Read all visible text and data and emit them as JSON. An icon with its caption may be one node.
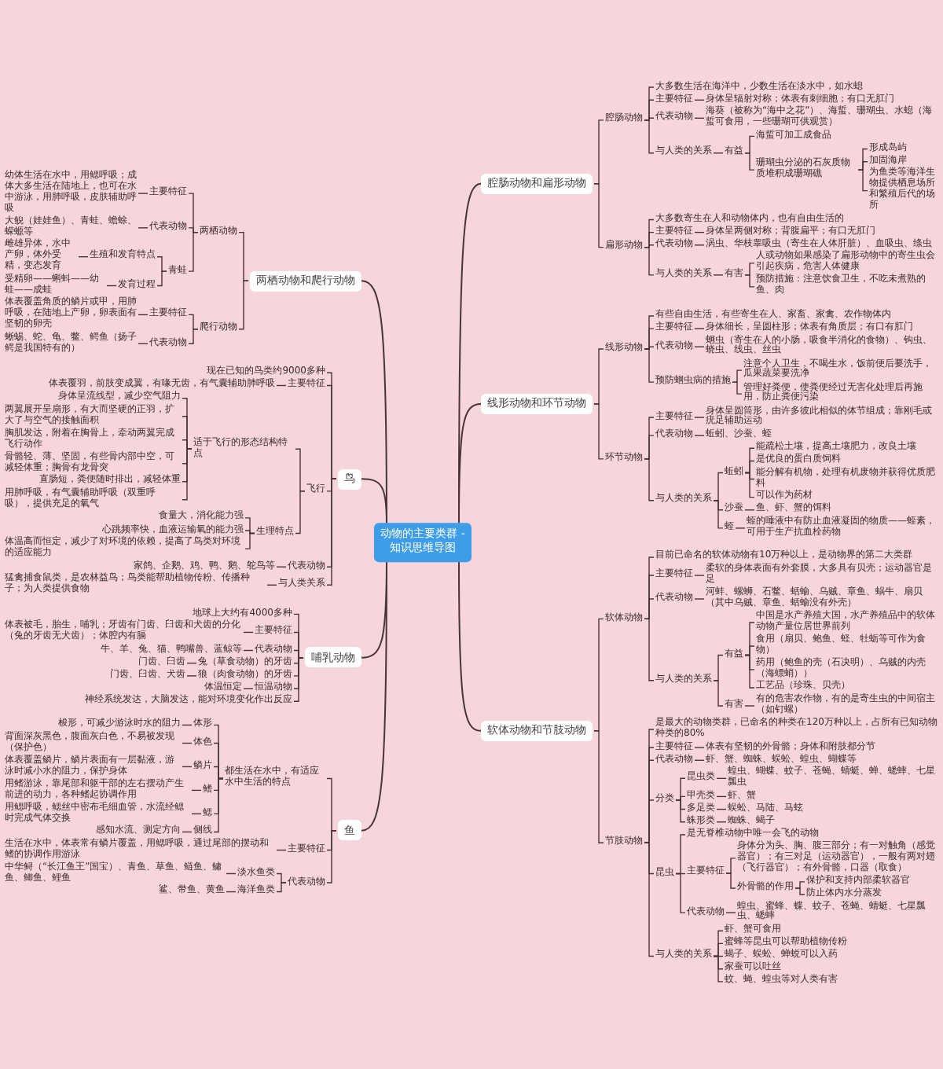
{
  "diagram": {
    "nodes": [
      {
        "text": [
          "动物的主要类群 -知识思维导图"
        ]
      },
      {
        "text": [
          "腔肠动物和扁形动物"
        ]
      },
      {
        "text": [
          "腔肠动物"
        ]
      },
      {
        "text": [
          "大多数生活在海洋中，少数生活在淡水中，如水螅"
        ]
      },
      {
        "text": [
          "主要特征"
        ]
      },
      {
        "text": [
          "身体呈辐射对称；体表有刺细胞；有口无肛门"
        ]
      },
      {
        "text": [
          "代表动物"
        ]
      },
      {
        "text": [
          "海葵（被称为“海中之花”）、海蜇、珊瑚虫、水螅（海蜇可食用，一些珊瑚可供观赏）"
        ]
      },
      {
        "text": [
          "与人类的关系"
        ]
      },
      {
        "text": [
          "有益"
        ]
      },
      {
        "text": [
          "海蜇可加工成食品"
        ]
      },
      {
        "text": [
          "珊瑚虫分泌的石灰质物质堆积成珊瑚礁"
        ]
      },
      {
        "text": [
          "形成岛屿"
        ]
      },
      {
        "text": [
          "加固海岸"
        ]
      },
      {
        "text": [
          "为鱼类等海洋生物提供栖息场所和繁殖后代的场所"
        ]
      },
      {
        "text": [
          "扁形动物"
        ]
      },
      {
        "text": [
          "大多数寄生在人和动物体内，也有自由生活的"
        ]
      },
      {
        "text": [
          "主要特征"
        ]
      },
      {
        "text": [
          "身体呈两侧对称；背腹扁平；有口无肛门"
        ]
      },
      {
        "text": [
          "代表动物"
        ]
      },
      {
        "text": [
          "涡虫、华枝睾吸虫（寄生在人体肝脏）、血吸虫、绦虫"
        ]
      },
      {
        "text": [
          "与人类的关系"
        ]
      },
      {
        "text": [
          "有害"
        ]
      },
      {
        "text": [
          "人或动物如果感染了扁形动物中的寄生虫会引起疾病，危害人体健康"
        ]
      },
      {
        "text": [
          "预防措施：注意饮食卫生，不吃未煮熟的鱼、肉"
        ]
      },
      {
        "text": [
          "线形动物和环节动物"
        ]
      },
      {
        "text": [
          "线形动物"
        ]
      },
      {
        "text": [
          "有些自由生活，有些寄生在人、家畜、家禽、农作物体内"
        ]
      },
      {
        "text": [
          "主要特征"
        ]
      },
      {
        "text": [
          "身体细长，呈圆柱形；体表有角质层；有口有肛门"
        ]
      },
      {
        "text": [
          "代表动物"
        ]
      },
      {
        "text": [
          "蛔虫（寄生在人的小肠，吸食半消化的食物）、钩虫、蛲虫、线虫、丝虫"
        ]
      },
      {
        "text": [
          "预防蛔虫病的措施"
        ]
      },
      {
        "text": [
          "注意个人卫生，不喝生水，饭前便后要洗手，瓜果蔬菜要洗净"
        ]
      },
      {
        "text": [
          "管理好粪便，使粪便经过无害化处理后再施用，防止粪便污染"
        ]
      },
      {
        "text": [
          "环节动物"
        ]
      },
      {
        "text": [
          "主要特征"
        ]
      },
      {
        "text": [
          "身体呈圆筒形，由许多彼此相似的体节组成；靠刚毛或疣足辅助运动"
        ]
      },
      {
        "text": [
          "代表动物"
        ]
      },
      {
        "text": [
          "蚯蚓、沙蚕、蛭"
        ]
      },
      {
        "text": [
          "与人类的关系"
        ]
      },
      {
        "text": [
          "蚯蚓"
        ]
      },
      {
        "text": [
          "能疏松土壤，提高土壤肥力，改良土壤"
        ]
      },
      {
        "text": [
          "是优良的蛋白质饲料"
        ]
      },
      {
        "text": [
          "能分解有机物，处理有机废物并获得优质肥料"
        ]
      },
      {
        "text": [
          "可以作为药材"
        ]
      },
      {
        "text": [
          "沙蚕"
        ]
      },
      {
        "text": [
          "鱼、虾、蟹的饵料"
        ]
      },
      {
        "text": [
          "蛭"
        ]
      },
      {
        "text": [
          "蛭的唾液中有防止血液凝固的物质——蛭素，可用于生产抗血栓药物"
        ]
      },
      {
        "text": [
          "软体动物和节肢动物"
        ]
      },
      {
        "text": [
          "软体动物"
        ]
      },
      {
        "text": [
          "目前已命名的软体动物有10万种以上，是动物界的第二大类群"
        ]
      },
      {
        "text": [
          "主要特征"
        ]
      },
      {
        "text": [
          "柔软的身体表面有外套膜，大多具有贝壳；运动器官是足"
        ]
      },
      {
        "text": [
          "代表动物"
        ]
      },
      {
        "text": [
          "河蚌、螺蛳、石鳖、蛞蝓、乌贼、章鱼、蜗牛、扇贝（其中乌贼、章鱼、蛞蝓没有外壳）"
        ]
      },
      {
        "text": [
          "与人类的关系"
        ]
      },
      {
        "text": [
          "有益"
        ]
      },
      {
        "text": [
          "中国是水产养殖大国，水产养殖品中的软体动物产量位居世界前列"
        ]
      },
      {
        "text": [
          "食用（扇贝、鲍鱼、蛏、牡蛎等可作为食物）"
        ]
      },
      {
        "text": [
          "药用（鲍鱼的壳（石决明）、乌贼的内壳（海螵蛸））"
        ]
      },
      {
        "text": [
          "工艺品（珍珠、贝壳）"
        ]
      },
      {
        "text": [
          "有害"
        ]
      },
      {
        "text": [
          "有的危害农作物，有的是寄生虫的中间宿主（如钉螺）"
        ]
      },
      {
        "text": [
          "节肢动物"
        ]
      },
      {
        "text": [
          "是最大的动物类群，已命名的种类在120万种以上，占所有已知动物种类的80%"
        ]
      },
      {
        "text": [
          "主要特征"
        ]
      },
      {
        "text": [
          "体表有坚韧的外骨骼；身体和附肢都分节"
        ]
      },
      {
        "text": [
          "代表动物"
        ]
      },
      {
        "text": [
          "虾、蟹、蜘蛛、蜈蚣、蝗虫、蝴蝶等"
        ]
      },
      {
        "text": [
          "分类"
        ]
      },
      {
        "text": [
          "昆虫类"
        ]
      },
      {
        "text": [
          "蝗虫、蝴蝶、蚊子、苍蝇、蜻蜓、蝉、蟋蟀、七星瓢虫"
        ]
      },
      {
        "text": [
          "甲壳类"
        ]
      },
      {
        "text": [
          "虾、蟹"
        ]
      },
      {
        "text": [
          "多足类"
        ]
      },
      {
        "text": [
          "蜈蚣、马陆、马蚿"
        ]
      },
      {
        "text": [
          "蛛形类"
        ]
      },
      {
        "text": [
          "蜘蛛、蝎子"
        ]
      },
      {
        "text": [
          "昆虫"
        ]
      },
      {
        "text": [
          "是无脊椎动物中唯一会飞的动物"
        ]
      },
      {
        "text": [
          "主要特征"
        ]
      },
      {
        "text": [
          "身体分为头、胸、腹三部分；有一对触角（感觉器官）；有三对足（运动器官），一般有两对翅（飞行器官）；有外骨骼，口器（取食）"
        ]
      },
      {
        "text": [
          "外骨骼的作用"
        ]
      },
      {
        "text": [
          "保护和支持内部柔软器官"
        ]
      },
      {
        "text": [
          "防止体内水分蒸发"
        ]
      },
      {
        "text": [
          "代表动物"
        ]
      },
      {
        "text": [
          "蝗虫、蜜蜂、蝶、蚊子、苍蝇、蜻蜓、七星瓢虫、蟋蟀"
        ]
      },
      {
        "text": [
          "与人类的关系"
        ]
      },
      {
        "text": [
          "虾、蟹可食用"
        ]
      },
      {
        "text": [
          "蜜蜂等昆虫可以帮助植物传粉"
        ]
      },
      {
        "text": [
          "蝎子、蜈蚣、蝉蜕可以入药"
        ]
      },
      {
        "text": [
          "家蚕可以吐丝"
        ]
      },
      {
        "text": [
          "蚊、蝇、蝗虫等对人类有害"
        ]
      },
      {
        "text": [
          "鱼"
        ]
      },
      {
        "text": [
          "都生活在水中，有适应水中生活的特点"
        ]
      },
      {
        "text": [
          "体形"
        ]
      },
      {
        "text": [
          "梭形，可减少游泳时水的阻力"
        ]
      },
      {
        "text": [
          "体色"
        ]
      },
      {
        "text": [
          "背面深灰黑色，腹面灰白色，不易被发现（保护色）"
        ]
      },
      {
        "text": [
          "鳞片"
        ]
      },
      {
        "text": [
          "体表覆盖鳞片，鳞片表面有一层黏液，游泳时减小水的阻力，保护身体"
        ]
      },
      {
        "text": [
          "鳍"
        ]
      },
      {
        "text": [
          "用鳍游泳，靠尾部和躯干部的左右摆动产生前进的动力，各种鳍起协调作用"
        ]
      },
      {
        "text": [
          "鳃"
        ]
      },
      {
        "text": [
          "用鳃呼吸，鳃丝中密布毛细血管，水流经鳃时完成气体交换"
        ]
      },
      {
        "text": [
          "侧线"
        ]
      },
      {
        "text": [
          "感知水流、测定方向"
        ]
      },
      {
        "text": [
          "主要特征"
        ]
      },
      {
        "text": [
          "生活在水中，体表常有鳞片覆盖，用鳃呼吸，通过尾部的摆动和鳍的协调作用游泳"
        ]
      },
      {
        "text": [
          "代表动物"
        ]
      },
      {
        "text": [
          "淡水鱼类"
        ]
      },
      {
        "text": [
          "中华鲟（“长江鱼王”国宝）、青鱼、草鱼、鲢鱼、鳙鱼、鲫鱼、鲤鱼"
        ]
      },
      {
        "text": [
          "海洋鱼类"
        ]
      },
      {
        "text": [
          "鲨、带鱼、黄鱼"
        ]
      },
      {
        "text": [
          "两栖动物和爬行动物"
        ]
      },
      {
        "text": [
          "两栖动物"
        ]
      },
      {
        "text": [
          "主要特征"
        ]
      },
      {
        "text": [
          "幼体生活在水中，用鳃呼吸；成体大多生活在陆地上，也可在水中游泳，用肺呼吸，皮肤辅助呼吸"
        ]
      },
      {
        "text": [
          "代表动物"
        ]
      },
      {
        "text": [
          "大鲵（娃娃鱼）、青蛙、蟾蜍、蝾螈等"
        ]
      },
      {
        "text": [
          "青蛙"
        ]
      },
      {
        "text": [
          "生殖和发育特点"
        ]
      },
      {
        "text": [
          "雌雄异体，水中产卵，体外受精，变态发育"
        ]
      },
      {
        "text": [
          "发育过程"
        ]
      },
      {
        "text": [
          "受精卵——蝌蚪——幼蛙——成蛙"
        ]
      },
      {
        "text": [
          "爬行动物"
        ]
      },
      {
        "text": [
          "主要特征"
        ]
      },
      {
        "text": [
          "体表覆盖角质的鳞片或甲，用肺呼吸，在陆地上产卵，卵表面有坚韧的卵壳"
        ]
      },
      {
        "text": [
          "代表动物"
        ]
      },
      {
        "text": [
          "蜥蜴、蛇、龟、鳖、鳄鱼（扬子鳄是我国特有的）"
        ]
      },
      {
        "text": [
          "鸟"
        ]
      },
      {
        "text": [
          "现在已知的鸟类约9000多种"
        ]
      },
      {
        "text": [
          "主要特征"
        ]
      },
      {
        "text": [
          "体表覆羽，前肢变成翼，有喙无齿，有气囊辅助肺呼吸"
        ]
      },
      {
        "text": [
          "飞行"
        ]
      },
      {
        "text": [
          "适于飞行的形态结构特点"
        ]
      },
      {
        "text": [
          "身体呈流线型，减少空气阻力"
        ]
      },
      {
        "text": [
          "两翼展开呈扇形，有大而坚硬的正羽，扩大了与空气的接触面积"
        ]
      },
      {
        "text": [
          "胸肌发达，附着在胸骨上，牵动两翼完成飞行动作"
        ]
      },
      {
        "text": [
          "骨骼轻、薄、坚固，有些骨内部中空，可减轻体重；胸骨有龙骨突"
        ]
      },
      {
        "text": [
          "直肠短，粪便随时排出，减轻体重"
        ]
      },
      {
        "text": [
          "用肺呼吸，有气囊辅助呼吸（双重呼吸），提供充足的氧气"
        ]
      },
      {
        "text": [
          "生理特点"
        ]
      },
      {
        "text": [
          "食量大，消化能力强"
        ]
      },
      {
        "text": [
          "心跳频率快，血液运输氧的能力强"
        ]
      },
      {
        "text": [
          "体温高而恒定，减少了对环境的依赖，提高了鸟类对环境的适应能力"
        ]
      },
      {
        "text": [
          "代表动物"
        ]
      },
      {
        "text": [
          "家鸽、企鹅、鸡、鸭、鹅、鸵鸟等"
        ]
      },
      {
        "text": [
          "与人类关系"
        ]
      },
      {
        "text": [
          "猛禽捕食鼠类，是农林益鸟；鸟类能帮助植物传粉、传播种子；为人类提供食物"
        ]
      },
      {
        "text": [
          "哺乳动物"
        ]
      },
      {
        "text": [
          "地球上大约有4000多种"
        ]
      },
      {
        "text": [
          "主要特征"
        ]
      },
      {
        "text": [
          "体表被毛，胎生，哺乳；牙齿有门齿、臼齿和犬齿的分化（兔的牙齿无犬齿）；体腔内有膈"
        ]
      },
      {
        "text": [
          "代表动物"
        ]
      },
      {
        "text": [
          "牛、羊、兔、猫、鸭嘴兽、蓝鲸等"
        ]
      },
      {
        "text": [
          "兔（草食动物）的牙齿"
        ]
      },
      {
        "text": [
          "门齿、臼齿"
        ]
      },
      {
        "text": [
          "狼（肉食动物）的牙齿"
        ]
      },
      {
        "text": [
          "门齿、臼齿、犬齿"
        ]
      },
      {
        "text": [
          "恒温动物"
        ]
      },
      {
        "text": [
          "体温恒定"
        ]
      },
      {
        "text": [
          "神经系统发达，大脑发达，能对环境变化作出反应"
        ]
      }
    ],
    "edges": [
      {
        "from": 0,
        "to": 1,
        "arrow": "none"
      },
      {
        "from": 0,
        "to": 25,
        "arrow": "none"
      },
      {
        "from": 0,
        "to": 50,
        "arrow": "none"
      },
      {
        "from": 0,
        "to": 95,
        "arrow": "none"
      },
      {
        "from": 0,
        "to": 116,
        "arrow": "none"
      },
      {
        "from": 0,
        "to": 132,
        "arrow": "none"
      },
      {
        "from": 0,
        "to": 152,
        "arrow": "none"
      },
      {
        "from": 1,
        "to": 2,
        "arrow": "none"
      },
      {
        "from": 2,
        "to": 3,
        "arrow": "none"
      },
      {
        "from": 2,
        "to": 4,
        "arrow": "none"
      },
      {
        "from": 4,
        "to": 5,
        "arrow": "none"
      },
      {
        "from": 2,
        "to": 6,
        "arrow": "none"
      },
      {
        "from": 6,
        "to": 7,
        "arrow": "none"
      },
      {
        "from": 2,
        "to": 8,
        "arrow": "none"
      },
      {
        "from": 8,
        "to": 9,
        "arrow": "none"
      },
      {
        "from": 9,
        "to": 10,
        "arrow": "none"
      },
      {
        "from": 9,
        "to": 11,
        "arrow": "none"
      },
      {
        "from": 11,
        "to": 12,
        "arrow": "none"
      },
      {
        "from": 11,
        "to": 13,
        "arrow": "none"
      },
      {
        "from": 11,
        "to": 14,
        "arrow": "none"
      },
      {
        "from": 1,
        "to": 15,
        "arrow": "none"
      },
      {
        "from": 15,
        "to": 16,
        "arrow": "none"
      },
      {
        "from": 15,
        "to": 17,
        "arrow": "none"
      },
      {
        "from": 17,
        "to": 18,
        "arrow": "none"
      },
      {
        "from": 15,
        "to": 19,
        "arrow": "none"
      },
      {
        "from": 19,
        "to": 20,
        "arrow": "none"
      },
      {
        "from": 15,
        "to": 21,
        "arrow": "none"
      },
      {
        "from": 21,
        "to": 22,
        "arrow": "none"
      },
      {
        "from": 22,
        "to": 23,
        "arrow": "none"
      },
      {
        "from": 22,
        "to": 24,
        "arrow": "none"
      },
      {
        "from": 25,
        "to": 26,
        "arrow": "none"
      },
      {
        "from": 26,
        "to": 27,
        "arrow": "none"
      },
      {
        "from": 26,
        "to": 28,
        "arrow": "none"
      },
      {
        "from": 28,
        "to": 29,
        "arrow": "none"
      },
      {
        "from": 26,
        "to": 30,
        "arrow": "none"
      },
      {
        "from": 30,
        "to": 31,
        "arrow": "none"
      },
      {
        "from": 26,
        "to": 32,
        "arrow": "none"
      },
      {
        "from": 32,
        "to": 33,
        "arrow": "none"
      },
      {
        "from": 32,
        "to": 34,
        "arrow": "none"
      },
      {
        "from": 25,
        "to": 35,
        "arrow": "none"
      },
      {
        "from": 35,
        "to": 36,
        "arrow": "none"
      },
      {
        "from": 36,
        "to": 37,
        "arrow": "none"
      },
      {
        "from": 35,
        "to": 38,
        "arrow": "none"
      },
      {
        "from": 38,
        "to": 39,
        "arrow": "none"
      },
      {
        "from": 35,
        "to": 40,
        "arrow": "none"
      },
      {
        "from": 40,
        "to": 41,
        "arrow": "none"
      },
      {
        "from": 41,
        "to": 42,
        "arrow": "none"
      },
      {
        "from": 41,
        "to": 43,
        "arrow": "none"
      },
      {
        "from": 41,
        "to": 44,
        "arrow": "none"
      },
      {
        "from": 41,
        "to": 45,
        "arrow": "none"
      },
      {
        "from": 40,
        "to": 46,
        "arrow": "none"
      },
      {
        "from": 46,
        "to": 47,
        "arrow": "none"
      },
      {
        "from": 40,
        "to": 48,
        "arrow": "none"
      },
      {
        "from": 48,
        "to": 49,
        "arrow": "none"
      },
      {
        "from": 50,
        "to": 51,
        "arrow": "none"
      },
      {
        "from": 51,
        "to": 52,
        "arrow": "none"
      },
      {
        "from": 51,
        "to": 53,
        "arrow": "none"
      },
      {
        "from": 53,
        "to": 54,
        "arrow": "none"
      },
      {
        "from": 51,
        "to": 55,
        "arrow": "none"
      },
      {
        "from": 55,
        "to": 56,
        "arrow": "none"
      },
      {
        "from": 51,
        "to": 57,
        "arrow": "none"
      },
      {
        "from": 57,
        "to": 58,
        "arrow": "none"
      },
      {
        "from": 58,
        "to": 59,
        "arrow": "none"
      },
      {
        "from": 58,
        "to": 60,
        "arrow": "none"
      },
      {
        "from": 58,
        "to": 61,
        "arrow": "none"
      },
      {
        "from": 58,
        "to": 62,
        "arrow": "none"
      },
      {
        "from": 57,
        "to": 63,
        "arrow": "none"
      },
      {
        "from": 63,
        "to": 64,
        "arrow": "none"
      },
      {
        "from": 50,
        "to": 65,
        "arrow": "none"
      },
      {
        "from": 65,
        "to": 66,
        "arrow": "none"
      },
      {
        "from": 65,
        "to": 67,
        "arrow": "none"
      },
      {
        "from": 67,
        "to": 68,
        "arrow": "none"
      },
      {
        "from": 65,
        "to": 69,
        "arrow": "none"
      },
      {
        "from": 69,
        "to": 70,
        "arrow": "none"
      },
      {
        "from": 65,
        "to": 71,
        "arrow": "none"
      },
      {
        "from": 71,
        "to": 72,
        "arrow": "none"
      },
      {
        "from": 72,
        "to": 73,
        "arrow": "none"
      },
      {
        "from": 71,
        "to": 74,
        "arrow": "none"
      },
      {
        "from": 74,
        "to": 75,
        "arrow": "none"
      },
      {
        "from": 71,
        "to": 76,
        "arrow": "none"
      },
      {
        "from": 76,
        "to": 77,
        "arrow": "none"
      },
      {
        "from": 71,
        "to": 78,
        "arrow": "none"
      },
      {
        "from": 78,
        "to": 79,
        "arrow": "none"
      },
      {
        "from": 65,
        "to": 80,
        "arrow": "none"
      },
      {
        "from": 80,
        "to": 81,
        "arrow": "none"
      },
      {
        "from": 80,
        "to": 82,
        "arrow": "none"
      },
      {
        "from": 82,
        "to": 83,
        "arrow": "none"
      },
      {
        "from": 82,
        "to": 84,
        "arrow": "none"
      },
      {
        "from": 84,
        "to": 85,
        "arrow": "none"
      },
      {
        "from": 84,
        "to": 86,
        "arrow": "none"
      },
      {
        "from": 80,
        "to": 87,
        "arrow": "none"
      },
      {
        "from": 87,
        "to": 88,
        "arrow": "none"
      },
      {
        "from": 65,
        "to": 89,
        "arrow": "none"
      },
      {
        "from": 89,
        "to": 90,
        "arrow": "none"
      },
      {
        "from": 89,
        "to": 91,
        "arrow": "none"
      },
      {
        "from": 89,
        "to": 92,
        "arrow": "none"
      },
      {
        "from": 89,
        "to": 93,
        "arrow": "none"
      },
      {
        "from": 89,
        "to": 94,
        "arrow": "none"
      },
      {
        "from": 95,
        "to": 96,
        "arrow": "none"
      },
      {
        "from": 96,
        "to": 97,
        "arrow": "none"
      },
      {
        "from": 97,
        "to": 98,
        "arrow": "none"
      },
      {
        "from": 96,
        "to": 99,
        "arrow": "none"
      },
      {
        "from": 99,
        "to": 100,
        "arrow": "none"
      },
      {
        "from": 96,
        "to": 101,
        "arrow": "none"
      },
      {
        "from": 101,
        "to": 102,
        "arrow": "none"
      },
      {
        "from": 96,
        "to": 103,
        "arrow": "none"
      },
      {
        "from": 103,
        "to": 104,
        "arrow": "none"
      },
      {
        "from": 96,
        "to": 105,
        "arrow": "none"
      },
      {
        "from": 105,
        "to": 106,
        "arrow": "none"
      },
      {
        "from": 96,
        "to": 107,
        "arrow": "none"
      },
      {
        "from": 107,
        "to": 108,
        "arrow": "none"
      },
      {
        "from": 95,
        "to": 109,
        "arrow": "none"
      },
      {
        "from": 109,
        "to": 110,
        "arrow": "none"
      },
      {
        "from": 95,
        "to": 111,
        "arrow": "none"
      },
      {
        "from": 111,
        "to": 112,
        "arrow": "none"
      },
      {
        "from": 112,
        "to": 113,
        "arrow": "none"
      },
      {
        "from": 111,
        "to": 114,
        "arrow": "none"
      },
      {
        "from": 114,
        "to": 115,
        "arrow": "none"
      },
      {
        "from": 116,
        "to": 117,
        "arrow": "none"
      },
      {
        "from": 117,
        "to": 118,
        "arrow": "none"
      },
      {
        "from": 118,
        "to": 119,
        "arrow": "none"
      },
      {
        "from": 117,
        "to": 120,
        "arrow": "none"
      },
      {
        "from": 120,
        "to": 121,
        "arrow": "none"
      },
      {
        "from": 117,
        "to": 122,
        "arrow": "none"
      },
      {
        "from": 122,
        "to": 123,
        "arrow": "none"
      },
      {
        "from": 123,
        "to": 124,
        "arrow": "none"
      },
      {
        "from": 122,
        "to": 125,
        "arrow": "none"
      },
      {
        "from": 125,
        "to": 126,
        "arrow": "none"
      },
      {
        "from": 116,
        "to": 127,
        "arrow": "none"
      },
      {
        "from": 127,
        "to": 128,
        "arrow": "none"
      },
      {
        "from": 128,
        "to": 129,
        "arrow": "none"
      },
      {
        "from": 127,
        "to": 130,
        "arrow": "none"
      },
      {
        "from": 130,
        "to": 131,
        "arrow": "none"
      },
      {
        "from": 132,
        "to": 133,
        "arrow": "none"
      },
      {
        "from": 132,
        "to": 134,
        "arrow": "none"
      },
      {
        "from": 134,
        "to": 135,
        "arrow": "none"
      },
      {
        "from": 132,
        "to": 136,
        "arrow": "none"
      },
      {
        "from": 136,
        "to": 137,
        "arrow": "none"
      },
      {
        "from": 137,
        "to": 138,
        "arrow": "none"
      },
      {
        "from": 137,
        "to": 139,
        "arrow": "none"
      },
      {
        "from": 137,
        "to": 140,
        "arrow": "none"
      },
      {
        "from": 137,
        "to": 141,
        "arrow": "none"
      },
      {
        "from": 137,
        "to": 142,
        "arrow": "none"
      },
      {
        "from": 137,
        "to": 143,
        "arrow": "none"
      },
      {
        "from": 136,
        "to": 144,
        "arrow": "none"
      },
      {
        "from": 144,
        "to": 145,
        "arrow": "none"
      },
      {
        "from": 144,
        "to": 146,
        "arrow": "none"
      },
      {
        "from": 144,
        "to": 147,
        "arrow": "none"
      },
      {
        "from": 132,
        "to": 148,
        "arrow": "none"
      },
      {
        "from": 148,
        "to": 149,
        "arrow": "none"
      },
      {
        "from": 132,
        "to": 150,
        "arrow": "none"
      },
      {
        "from": 150,
        "to": 151,
        "arrow": "none"
      },
      {
        "from": 152,
        "to": 153,
        "arrow": "none"
      },
      {
        "from": 152,
        "to": 154,
        "arrow": "none"
      },
      {
        "from": 154,
        "to": 155,
        "arrow": "none"
      },
      {
        "from": 152,
        "to": 156,
        "arrow": "none"
      },
      {
        "from": 156,
        "to": 157,
        "arrow": "none"
      },
      {
        "from": 152,
        "to": 158,
        "arrow": "none"
      },
      {
        "from": 158,
        "to": 159,
        "arrow": "none"
      },
      {
        "from": 152,
        "to": 160,
        "arrow": "none"
      },
      {
        "from": 160,
        "to": 161,
        "arrow": "none"
      },
      {
        "from": 152,
        "to": 162,
        "arrow": "none"
      },
      {
        "from": 162,
        "to": 163,
        "arrow": "none"
      },
      {
        "from": 152,
        "to": 164,
        "arrow": "none"
      }
    ]
  }
}
